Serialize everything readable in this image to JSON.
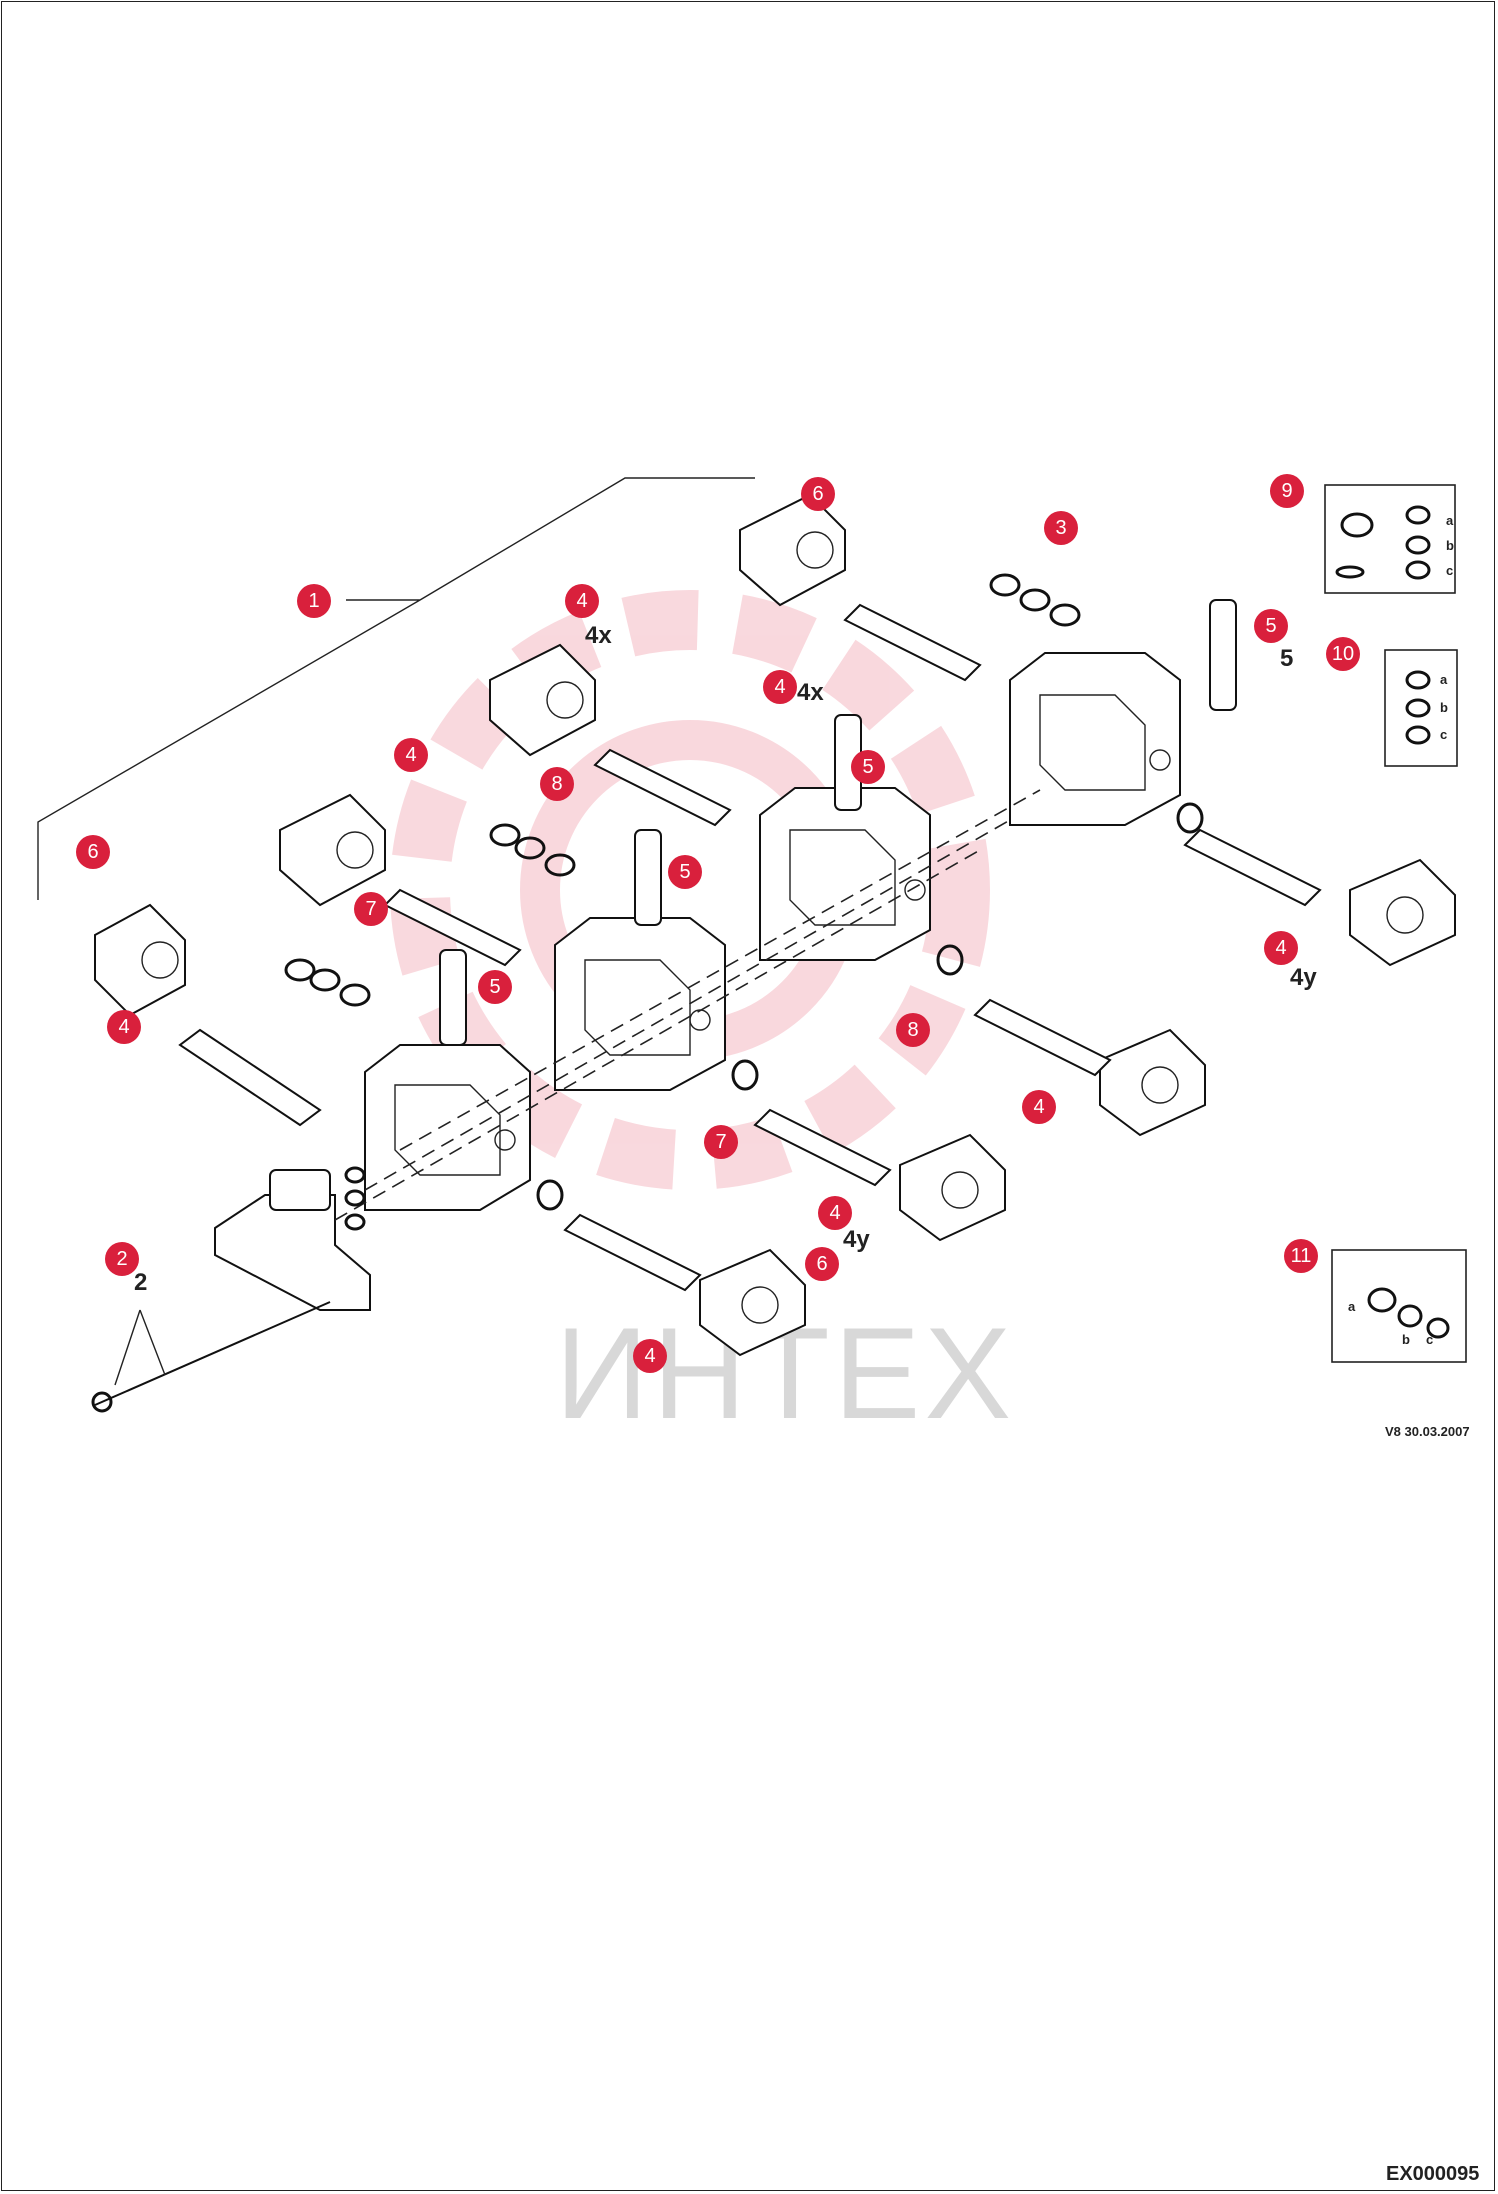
{
  "drawing_date": "V8 30.03.2007",
  "document_code": "EX000095",
  "watermark": "ИНТЕХ",
  "colors": {
    "callout": "#d9203c",
    "line": "#111111",
    "watermark": "#c8c8c8"
  },
  "callouts": [
    "1",
    "2",
    "3",
    "4",
    "4",
    "4",
    "4",
    "4",
    "4",
    "4",
    "4",
    "5",
    "5",
    "5",
    "5",
    "6",
    "6",
    "6",
    "7",
    "7",
    "8",
    "8",
    "9",
    "10",
    "11"
  ],
  "kit_labels": {
    "kit9": [
      "a",
      "b",
      "c"
    ],
    "kit10": [
      "a",
      "b",
      "c"
    ],
    "kit11": [
      "a",
      "b",
      "c"
    ]
  }
}
